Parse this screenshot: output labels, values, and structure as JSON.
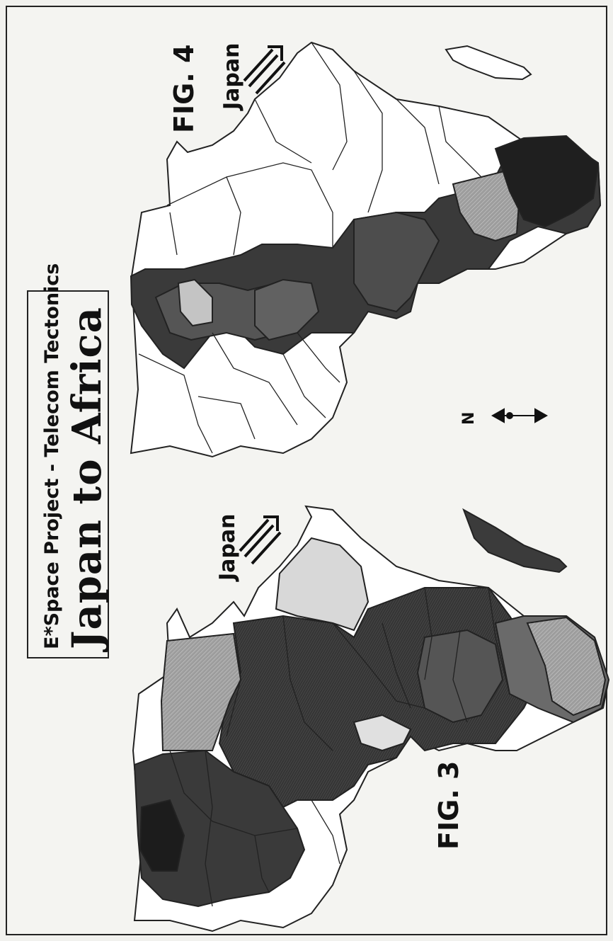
{
  "title_box": {
    "subtitle": "E*Space Project - Telecom Tectonics",
    "title": "Japan to Africa"
  },
  "fig3": {
    "label": "FIG. 3",
    "direction": "Japan"
  },
  "fig4": {
    "label": "FIG. 4",
    "direction": "Japan"
  },
  "compass": {
    "label": "N"
  },
  "colors": {
    "land": "#ffffff",
    "border": "#222222",
    "dark": "#2e2e2e",
    "mid": "#5a5a5a",
    "light": "#a9a9a9",
    "pale": "#d2d2d2"
  }
}
